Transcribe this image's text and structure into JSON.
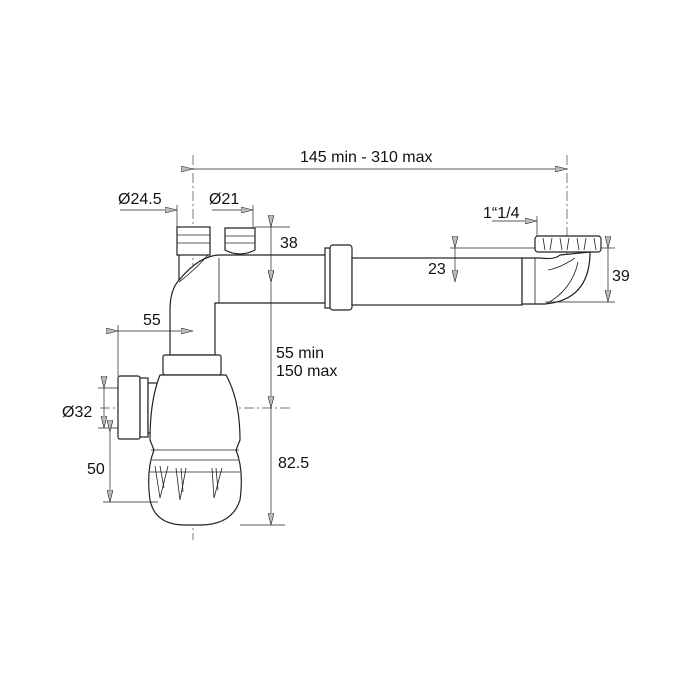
{
  "drawing": {
    "subject": "Bottle siphon trap with adjustable outlet and two side inlets",
    "dimensions": {
      "outlet_length": "145 min - 310 max",
      "inlet_left_diameter": "Ø24.5",
      "inlet_right_diameter": "Ø21",
      "inlet_height": "38",
      "pipe_offset": "23",
      "basket_connection": "1“1/4",
      "elbow_height": "39",
      "side_offset": "55",
      "vertical_adjust_line1": "55 min",
      "vertical_adjust_line2": "150 max",
      "side_outlet_diameter": "Ø32",
      "side_outlet_height": "50",
      "bowl_height": "82.5"
    }
  }
}
